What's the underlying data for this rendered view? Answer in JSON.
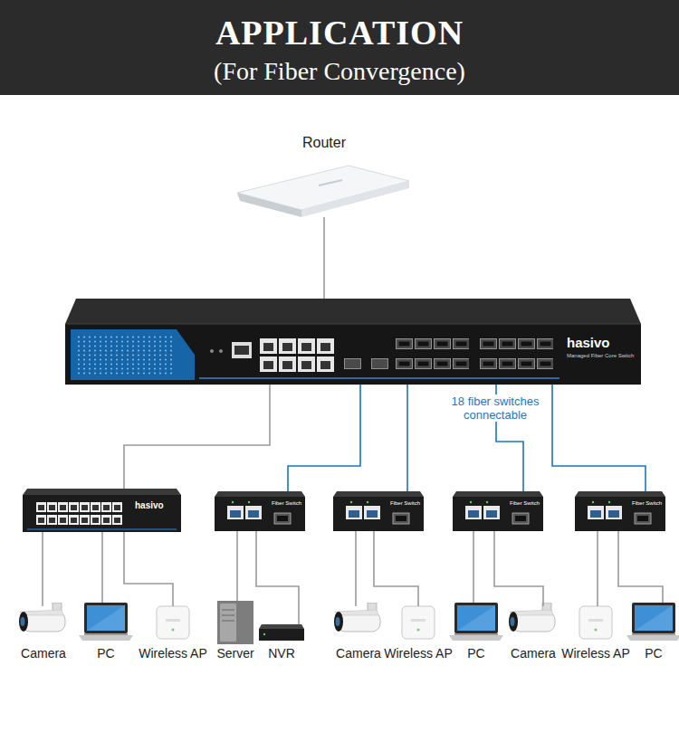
{
  "diagram": {
    "title": "APPLICATION",
    "nodes": [
      {
        "text": [
          "Router"
        ]
      },
      {
        "text": [
          "hasivo",
          "Managed Fiber Core Switch"
        ]
      },
      {
        "text": [
          "hasivo"
        ]
      },
      {
        "text": [
          "Fiber Switch"
        ]
      },
      {
        "text": [
          "Fiber Switch"
        ]
      },
      {
        "text": [
          "Fiber Switch"
        ]
      },
      {
        "text": [
          "Fiber Switch"
        ]
      },
      {
        "text": [
          "Camera"
        ]
      },
      {
        "text": [
          "PC"
        ]
      },
      {
        "text": [
          "Wireless AP"
        ]
      },
      {
        "text": [
          "Server"
        ]
      },
      {
        "text": [
          "NVR"
        ]
      },
      {
        "text": [
          "Camera"
        ]
      },
      {
        "text": [
          "Wireless AP"
        ]
      },
      {
        "text": [
          "PC"
        ]
      },
      {
        "text": [
          "Camera"
        ]
      },
      {
        "text": [
          "Wireless AP"
        ]
      },
      {
        "text": [
          "PC"
        ]
      }
    ],
    "edges": [
      {
        "from": 0,
        "to": 1,
        "arrow": "none"
      },
      {
        "from": 1,
        "to": 2,
        "arrow": "none"
      },
      {
        "from": 1,
        "to": 3,
        "arrow": "none"
      },
      {
        "from": 1,
        "to": 4,
        "arrow": "none"
      },
      {
        "from": 1,
        "to": 5,
        "arrow": "none"
      },
      {
        "from": 1,
        "to": 6,
        "arrow": "none"
      },
      {
        "from": 2,
        "to": 7,
        "arrow": "none"
      },
      {
        "from": 2,
        "to": 8,
        "arrow": "none"
      },
      {
        "from": 2,
        "to": 9,
        "arrow": "none"
      },
      {
        "from": 3,
        "to": 10,
        "arrow": "none"
      },
      {
        "from": 3,
        "to": 11,
        "arrow": "none"
      },
      {
        "from": 4,
        "to": 12,
        "arrow": "none"
      },
      {
        "from": 4,
        "to": 13,
        "arrow": "none"
      },
      {
        "from": 5,
        "to": 14,
        "arrow": "none"
      },
      {
        "from": 5,
        "to": 15,
        "arrow": "none"
      },
      {
        "from": 6,
        "to": 16,
        "arrow": "none"
      },
      {
        "from": 6,
        "to": 17,
        "arrow": "none"
      }
    ],
    "labels": [
      "(For Fiber Convergence)",
      "18 fiber switches connectable"
    ]
  }
}
